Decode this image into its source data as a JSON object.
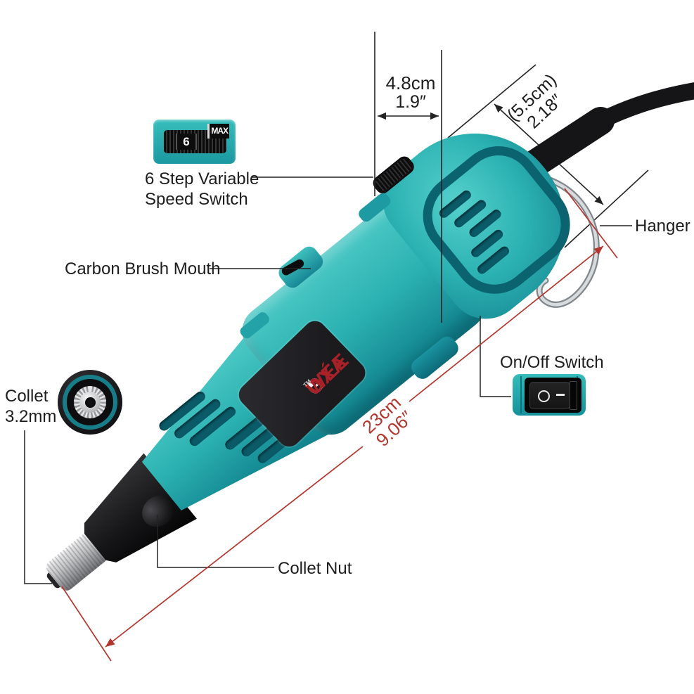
{
  "colors": {
    "teal": "#2bb1b1",
    "teal_dark": "#0f7f8b",
    "annotation_red": "#b2362e",
    "line_black": "#232323"
  },
  "tool": {
    "brand_g": "G",
    "brand_mid": "OXA",
    "brand_triangle": "▲",
    "brand_end": "WÉE",
    "brand_tm": "TM"
  },
  "annotations": {
    "speed_switch": {
      "line1": "6 Step Variable",
      "line2": "Speed Switch",
      "dial_value": "6",
      "dial_max": "MAX"
    },
    "carbon_brush": {
      "label": "Carbon Brush Mouth"
    },
    "hanger": {
      "label": "Hanger"
    },
    "on_off": {
      "label": "On/Off Switch",
      "off_symbol": "O",
      "on_symbol": "−"
    },
    "collet": {
      "line1": "Collet",
      "line2": "3.2mm"
    },
    "collet_nut": {
      "label": "Collet Nut"
    }
  },
  "dimensions": {
    "width": {
      "metric": "4.8cm",
      "imperial": "1.9″"
    },
    "rear": {
      "metric": "(5.5cm)",
      "imperial": "2.18″"
    },
    "length": {
      "metric": "23cm",
      "imperial": "9.06″"
    }
  }
}
